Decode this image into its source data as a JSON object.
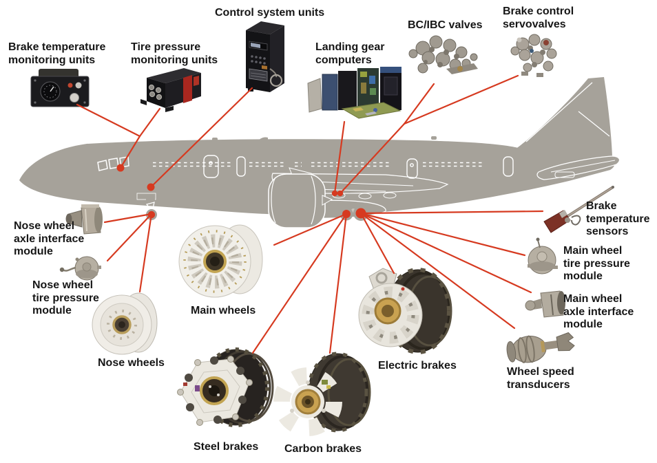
{
  "labels": {
    "brake_temp_monitoring": "Brake temperature\nmonitoring units",
    "tire_pressure_monitoring": "Tire pressure\nmonitoring units",
    "control_system_units": "Control system units",
    "landing_gear_computers": "Landing gear\ncomputers",
    "bc_ibc_valves": "BC/IBC valves",
    "brake_control_servovalves": "Brake control\nservovalves",
    "nose_wheel_axle_interface_module": "Nose wheel\naxle interface\nmodule",
    "nose_wheel_tire_pressure_module": "Nose wheel\ntire pressure\nmodule",
    "nose_wheels": "Nose wheels",
    "main_wheels": "Main wheels",
    "steel_brakes": "Steel brakes",
    "carbon_brakes": "Carbon brakes",
    "electric_brakes": "Electric brakes",
    "brake_temperature_sensors": "Brake\ntemperature\nsensors",
    "main_wheel_tire_pressure_module": "Main wheel\ntire pressure\nmodule",
    "main_wheel_axle_interface_module": "Main wheel\naxle interface\nmodule",
    "wheel_speed_transducers": "Wheel speed\ntransducers"
  },
  "colors": {
    "connector_red": "#d63a20",
    "aircraft_gray": "#a6a29a",
    "label_text": "#161616",
    "background": "#ffffff"
  }
}
